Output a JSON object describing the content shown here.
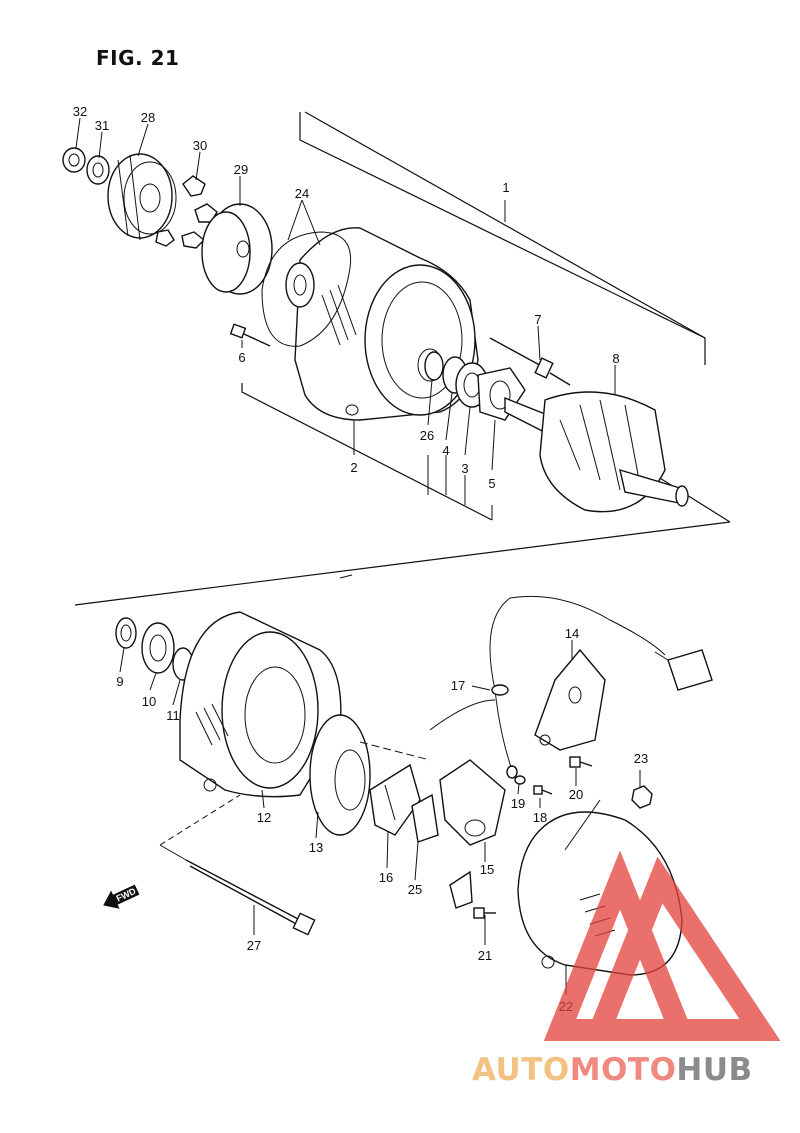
{
  "figure": {
    "title": "FIG. 21"
  },
  "callouts": [
    {
      "id": "32",
      "label": "32"
    },
    {
      "id": "31",
      "label": "31"
    },
    {
      "id": "28",
      "label": "28"
    },
    {
      "id": "30",
      "label": "30"
    },
    {
      "id": "29",
      "label": "29"
    },
    {
      "id": "24",
      "label": "24"
    },
    {
      "id": "1",
      "label": "1"
    },
    {
      "id": "7",
      "label": "7"
    },
    {
      "id": "8",
      "label": "8"
    },
    {
      "id": "6",
      "label": "6"
    },
    {
      "id": "26",
      "label": "26"
    },
    {
      "id": "4",
      "label": "4"
    },
    {
      "id": "3",
      "label": "3"
    },
    {
      "id": "5",
      "label": "5"
    },
    {
      "id": "2",
      "label": "2"
    },
    {
      "id": "9",
      "label": "9"
    },
    {
      "id": "10",
      "label": "10"
    },
    {
      "id": "11",
      "label": "11"
    },
    {
      "id": "12",
      "label": "12"
    },
    {
      "id": "13",
      "label": "13"
    },
    {
      "id": "14",
      "label": "14"
    },
    {
      "id": "17",
      "label": "17"
    },
    {
      "id": "16",
      "label": "16"
    },
    {
      "id": "25",
      "label": "25"
    },
    {
      "id": "15",
      "label": "15"
    },
    {
      "id": "19",
      "label": "19"
    },
    {
      "id": "18",
      "label": "18"
    },
    {
      "id": "20",
      "label": "20"
    },
    {
      "id": "23",
      "label": "23"
    },
    {
      "id": "21",
      "label": "21"
    },
    {
      "id": "22",
      "label": "22"
    },
    {
      "id": "27",
      "label": "27"
    }
  ],
  "fwd_arrow": {
    "label": "FWD",
    "icon": "fwd-arrow-icon"
  },
  "watermark": {
    "part1": "AUTO",
    "part2": "MOTO",
    "part3": "HUB",
    "colors": {
      "auto": "#f3c283",
      "moto": "#ee8a80",
      "hub": "#8b8b8b",
      "logo_triangle": "#e4423a"
    }
  }
}
